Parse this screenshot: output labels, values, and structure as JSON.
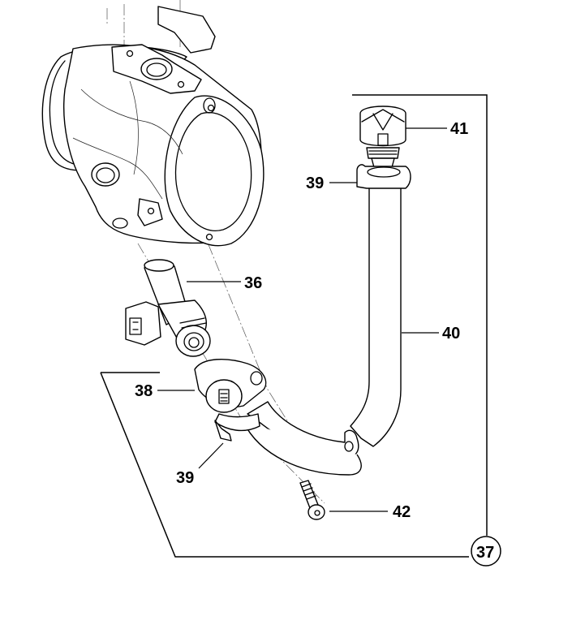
{
  "diagram": {
    "type": "exploded-parts-diagram",
    "subject": "throttle body with fuel injector and fuel hose assembly",
    "callouts": [
      {
        "id": "36",
        "label": "36",
        "part": "fuel injector"
      },
      {
        "id": "37",
        "label": "37",
        "part": "fuel hose assembly (group)",
        "circled": true
      },
      {
        "id": "38",
        "label": "38",
        "part": "injector cap / fitting"
      },
      {
        "id": "39a",
        "label": "39",
        "part": "hose clamp (upper)"
      },
      {
        "id": "39b",
        "label": "39",
        "part": "hose clamp (lower)"
      },
      {
        "id": "40",
        "label": "40",
        "part": "fuel hose"
      },
      {
        "id": "41",
        "label": "41",
        "part": "quick-connect fitting"
      },
      {
        "id": "42",
        "label": "42",
        "part": "screw"
      }
    ]
  }
}
